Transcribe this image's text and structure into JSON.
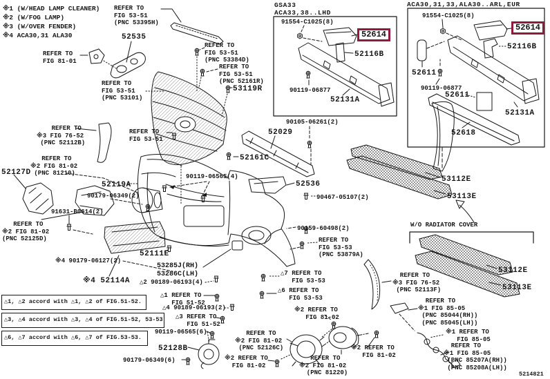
{
  "meta": {
    "figure_code": "5214821",
    "ink_color": "#161616",
    "highlight_color": "#8e1b3c",
    "background_color": "#ffffff",
    "highlighted_part": "52614"
  },
  "notes": {
    "variant_legend": "※1 (W/HEAD LAMP CLEANER)\n※2 (W/FOG LAMP)\n※3 (W/OVER FENDER)\n※4 ACA30,31 ALA30"
  },
  "legend": {
    "r1": "△1, △2 accord with △1, △2 of FIG.51-52.",
    "r2": "△3, △4 accord with △3, △4 of FIG.51-52, 53-53",
    "r3": "△6, △7 accord with △6, △7 of FIG.53-53."
  },
  "callouts": [
    {
      "id": "variant-legend",
      "text": "※1 (W/HEAD LAMP CLEANER)\n※2 (W/FOG LAMP)\n※3 (W/OVER FENDER)\n※4 ACA30,31 ALA30"
    },
    {
      "id": "ref-53395H",
      "text": "REFER TO\nFIG 53-51\n(PNC 53395H)"
    },
    {
      "id": "part-52535",
      "text": "52535"
    },
    {
      "id": "ref-8101",
      "text": "REFER TO\nFIG 81-01"
    },
    {
      "id": "ref-53101",
      "text": "REFER TO\nFIG 53-51\n(PNC 53101)"
    },
    {
      "id": "ref-53384D",
      "text": "REFER TO\nFIG 53-51\n(PNC 53384D)"
    },
    {
      "id": "ref-52161R",
      "text": "REFER TO\nFIG 53-51\n(PNC 52161R)"
    },
    {
      "id": "part-53119R",
      "text": "53119R"
    },
    {
      "id": "ref-5351",
      "text": "REFER TO\nFIG 53-51"
    },
    {
      "id": "ref-52112B",
      "text": "    REFER TO\n※3 FIG 76-52\n (PNC 52112B)"
    },
    {
      "id": "part-52127D",
      "text": "52127D"
    },
    {
      "id": "ref-81210",
      "text": "   REFER TO\n※2 FIG 81-02\n (PNC 81210)"
    },
    {
      "id": "part-52119A",
      "text": "52119A"
    },
    {
      "id": "part-90179-06349-2",
      "text": "90179-06349(2)"
    },
    {
      "id": "part-91631-B0614",
      "text": "91631-B0614(2)"
    },
    {
      "id": "ref-52125D",
      "text": "   REFER TO\n※2 FIG 81-02\n(PNC 52125D)"
    },
    {
      "id": "part-52029",
      "text": "52029"
    },
    {
      "id": "part-90105-06261",
      "text": "90105-06261(2)"
    },
    {
      "id": "part-52161C",
      "text": "52161C"
    },
    {
      "id": "part-52536",
      "text": "52536"
    },
    {
      "id": "part-90467-05107",
      "text": "90467-05107(2)"
    },
    {
      "id": "part-90159-60498",
      "text": "90159-60498(2)"
    },
    {
      "id": "ref-53879A",
      "text": "REFER TO\nFIG 53-53\n(PNC 53879A)"
    },
    {
      "id": "part-52111E",
      "text": "52111E"
    },
    {
      "id": "part-53285J-53286C",
      "text": "53285J(RH)\n53286C(LH)"
    },
    {
      "id": "part-90179-06127",
      "text": "※4 90179-06127(2)"
    },
    {
      "id": "part-52114A",
      "text": "※4 52114A"
    },
    {
      "id": "tri2-90189-06193-4",
      "text": "△2 90189-06193(4)"
    },
    {
      "id": "tri1-ref-5152",
      "text": "△1 REFER TO\n   FIG 51-52"
    },
    {
      "id": "tri4-90189-06193-2",
      "text": "△4 90189-06193(2)"
    },
    {
      "id": "tri3-ref-5152",
      "text": "△3 REFER TO\n   FIG 51-52"
    },
    {
      "id": "part-90119-06565-6",
      "text": "90119-06565(6)"
    },
    {
      "id": "part-52128B",
      "text": "52128B"
    },
    {
      "id": "part-90179-06349-6",
      "text": "90179-06349(6)"
    },
    {
      "id": "tri7-ref-5353",
      "text": "△7 REFER TO\n   FIG 53-53"
    },
    {
      "id": "tri6-ref-5353",
      "text": "△6 REFER TO\n   FIG 53-53"
    },
    {
      "id": "ref-8102-a",
      "text": "※2 REFER TO\n   FIG 81-02"
    },
    {
      "id": "ref-52126C",
      "text": "   REFER TO\n※2 FIG 81-02\n (PNC 52126C)"
    },
    {
      "id": "ref-8102-b",
      "text": "※2 REFER TO\n  FIG 81-02"
    },
    {
      "id": "ref-81220",
      "text": "   REFER TO\n※2 FIG 81-02\n  (PNC 81220)"
    },
    {
      "id": "ref-8102-c",
      "text": "※2 REFER TO\n   FIG 81-02"
    },
    {
      "id": "ref-52113F",
      "text": "  REFER TO\n※3 FIG 76-52\n (PNC 52113F)"
    },
    {
      "id": "ref-85044-85045",
      "text": "  REFER TO\n※1 FIG 85-05\n (PNC 85044(RH))\n (PNC 85045(LH))"
    },
    {
      "id": "ref-8505",
      "text": "※1 REFER TO\n   FIG 85-05"
    },
    {
      "id": "ref-85207A-85208A",
      "text": "  REFER TO\n※1 FIG 85-05\n (PNC 85207A(RH))\n (PNC 85208A(LH))"
    },
    {
      "id": "figure-code",
      "text": "5214821"
    },
    {
      "id": "wo-radiator-cover",
      "text": "W/O RADIATOR COVER"
    },
    {
      "id": "part-53112E-a",
      "text": "53112E"
    },
    {
      "id": "part-53113E-a",
      "text": "53113E"
    },
    {
      "id": "part-53112E-b",
      "text": "53112E"
    },
    {
      "id": "part-53113E-b",
      "text": "53113E"
    },
    {
      "id": "inset-left-title",
      "text": "GSA33\nACA33,38..LHD"
    },
    {
      "id": "part-91554-C1025-l",
      "text": "91554-C1025(8)"
    },
    {
      "id": "part-52614-l",
      "text": "52614"
    },
    {
      "id": "part-52116B-l",
      "text": "52116B"
    },
    {
      "id": "part-90119-06877-l",
      "text": "90119-06877"
    },
    {
      "id": "part-52131A-l",
      "text": "52131A"
    },
    {
      "id": "inset-right-title",
      "text": "ACA30,31,33,ALA30..ARL,EUR"
    },
    {
      "id": "part-91554-C1025-r",
      "text": "91554-C1025(8)"
    },
    {
      "id": "part-52614-r",
      "text": "52614"
    },
    {
      "id": "part-52116B-r",
      "text": "52116B"
    },
    {
      "id": "part-52611-a",
      "text": "52611"
    },
    {
      "id": "part-90119-06877-r",
      "text": "90119-06877"
    },
    {
      "id": "part-52611-b",
      "text": "52611"
    },
    {
      "id": "part-52131A-r",
      "text": "52131A"
    },
    {
      "id": "part-52618",
      "text": "52618"
    },
    {
      "id": "part-90119-06565-4",
      "text": "90119-06565(4)"
    }
  ]
}
